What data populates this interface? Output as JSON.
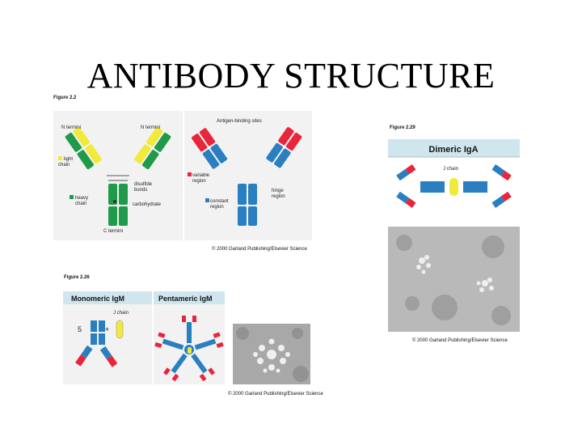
{
  "slide_title": "ANTIBODY STRUCTURE",
  "fig22": {
    "figure_label": "Figure 2.2",
    "n_termini_left": "N termini",
    "n_termini_right": "N termini",
    "light_chain_1": "light",
    "light_chain_2": "chain",
    "disulfide_1": "disulfide",
    "disulfide_2": "bonds",
    "heavy_chain_1": "heavy",
    "heavy_chain_2": "chain",
    "carbohydrate": "carbohydrate",
    "c_termini": "C termini",
    "antigen_sites": "Antigen-binding sites",
    "variable_1": "variable",
    "variable_2": "region",
    "hinge_1": "hinge",
    "hinge_2": "region",
    "constant_1": "constant",
    "constant_2": "region",
    "credit": "© 2000 Garland Publishing/Elsevier Science"
  },
  "fig229": {
    "figure_label": "Figure 2.29",
    "title": "Dimeric IgA",
    "j_chain": "J chain",
    "credit": "© 2000 Garland Publishing/Elsevier Science"
  },
  "fig226": {
    "figure_label": "Figure 2.26",
    "monomeric": "Monomeric IgM",
    "pentameric": "Pentameric IgM",
    "j_chain": "J chain",
    "five": "5",
    "plus": "+",
    "credit": "© 2000 Garland Publishing/Elsevier Science"
  },
  "colors": {
    "green": "#1f9a4a",
    "yellow": "#f2ea3a",
    "red": "#e8253a",
    "blue": "#2a7fc1",
    "panel_bg": "#f2f2f2",
    "header_bg": "#cfe6ee",
    "text_red": "#d81f2a"
  }
}
